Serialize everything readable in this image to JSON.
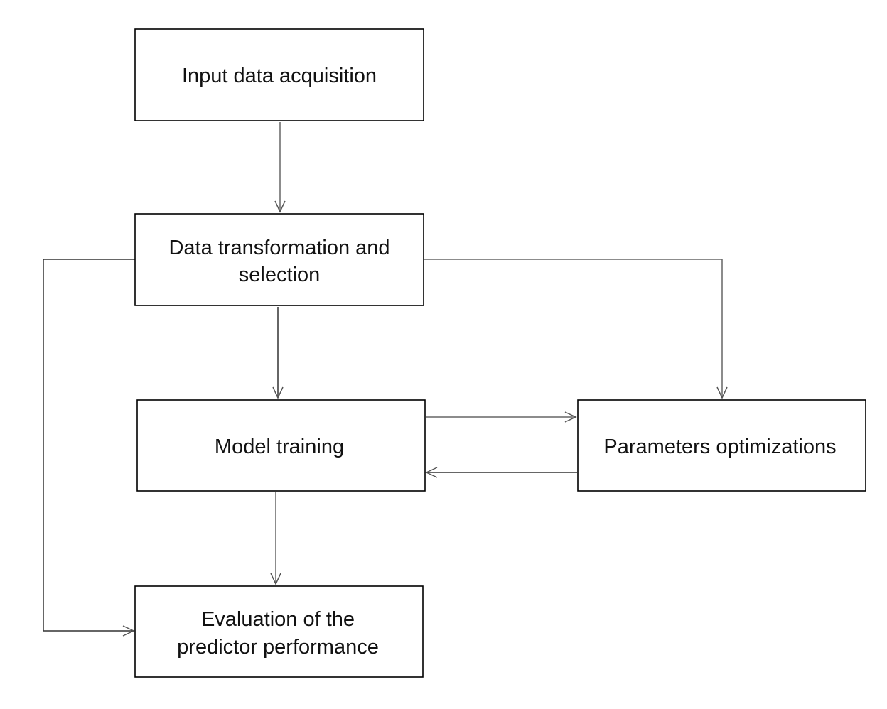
{
  "nodes": {
    "input": {
      "lines": [
        "Input data acquisition"
      ]
    },
    "transform": {
      "lines": [
        "Data transformation and",
        "selection"
      ]
    },
    "training": {
      "lines": [
        "Model training"
      ]
    },
    "params": {
      "lines": [
        "Parameters optimizations"
      ]
    },
    "evaluation": {
      "lines": [
        "Evaluation of the",
        "predictor performance"
      ]
    }
  },
  "edges": [
    {
      "from": "input",
      "to": "transform"
    },
    {
      "from": "transform",
      "to": "training"
    },
    {
      "from": "transform",
      "to": "params"
    },
    {
      "from": "transform",
      "to": "evaluation"
    },
    {
      "from": "training",
      "to": "params"
    },
    {
      "from": "params",
      "to": "training"
    },
    {
      "from": "training",
      "to": "evaluation"
    }
  ]
}
